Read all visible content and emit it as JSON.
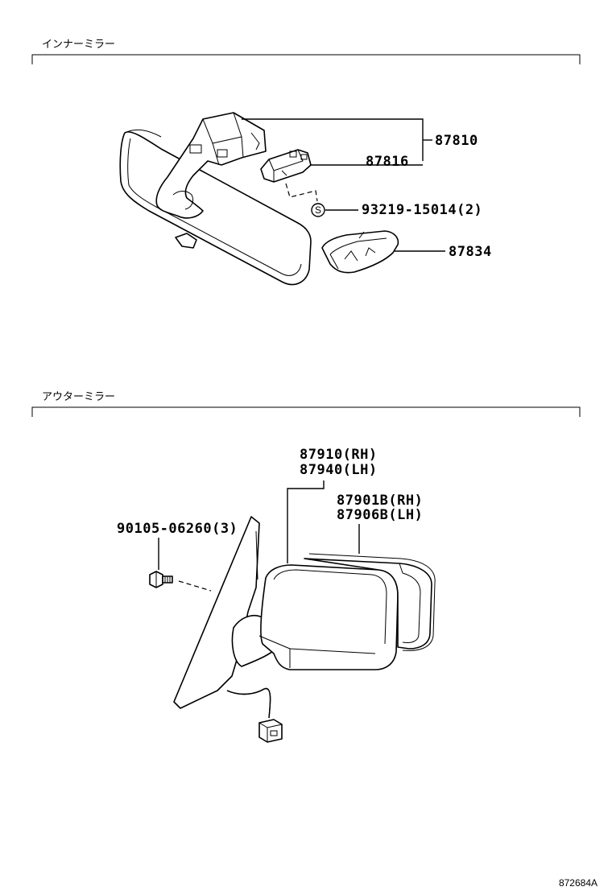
{
  "sections": [
    {
      "title": "インナーミラー"
    },
    {
      "title": "アウターミラー"
    }
  ],
  "callouts": {
    "inner_mirror": [
      "87810",
      "87816",
      "93219-15014(2)",
      "87834"
    ],
    "outer_mirror": [
      "87910(RH)",
      "87940(LH)",
      "87901B(RH)",
      "87906B(LH)",
      "90105-06260(3)"
    ]
  },
  "symbol": "S",
  "diagram_code": "872684A"
}
